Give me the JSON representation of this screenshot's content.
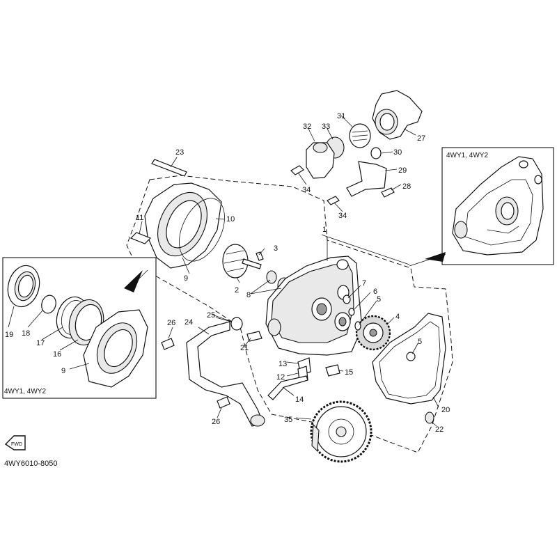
{
  "diagram": {
    "ref_code": "4WY6010-8050",
    "front_arrow_text": "FWD",
    "inset_left_title": "4WY1, 4WY2",
    "inset_right_title": "4WY1, 4WY2",
    "callouts": [
      {
        "id": "c1",
        "text": "1"
      },
      {
        "id": "c2",
        "text": "2"
      },
      {
        "id": "c3",
        "text": "3"
      },
      {
        "id": "c4",
        "text": "4"
      },
      {
        "id": "c5a",
        "text": "5"
      },
      {
        "id": "c5b",
        "text": "5"
      },
      {
        "id": "c6",
        "text": "6"
      },
      {
        "id": "c7",
        "text": "7"
      },
      {
        "id": "c8",
        "text": "8"
      },
      {
        "id": "c9a",
        "text": "9"
      },
      {
        "id": "c9b",
        "text": "9"
      },
      {
        "id": "c10",
        "text": "10"
      },
      {
        "id": "c11",
        "text": "11"
      },
      {
        "id": "c12",
        "text": "12"
      },
      {
        "id": "c13",
        "text": "13"
      },
      {
        "id": "c14",
        "text": "14"
      },
      {
        "id": "c15",
        "text": "15"
      },
      {
        "id": "c16",
        "text": "16"
      },
      {
        "id": "c17",
        "text": "17"
      },
      {
        "id": "c18",
        "text": "18"
      },
      {
        "id": "c19",
        "text": "19"
      },
      {
        "id": "c20",
        "text": "20"
      },
      {
        "id": "c21",
        "text": "21"
      },
      {
        "id": "c22",
        "text": "22"
      },
      {
        "id": "c23",
        "text": "23"
      },
      {
        "id": "c24",
        "text": "24"
      },
      {
        "id": "c25",
        "text": "25"
      },
      {
        "id": "c26a",
        "text": "26"
      },
      {
        "id": "c26b",
        "text": "26"
      },
      {
        "id": "c27",
        "text": "27"
      },
      {
        "id": "c28",
        "text": "28"
      },
      {
        "id": "c29",
        "text": "29"
      },
      {
        "id": "c30",
        "text": "30"
      },
      {
        "id": "c31",
        "text": "31"
      },
      {
        "id": "c32",
        "text": "32"
      },
      {
        "id": "c33",
        "text": "33"
      },
      {
        "id": "c34a",
        "text": "34"
      },
      {
        "id": "c34b",
        "text": "34"
      },
      {
        "id": "c35",
        "text": "35"
      }
    ]
  }
}
